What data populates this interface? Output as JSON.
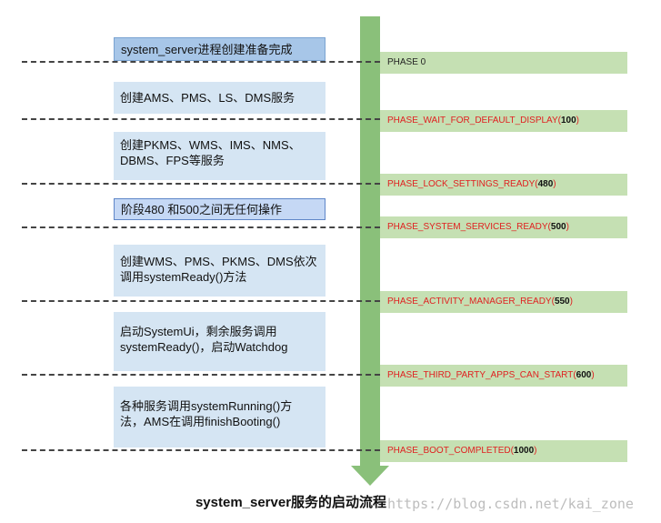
{
  "tasks": [
    "system_server进程创建准备完成",
    "创建AMS、PMS、LS、DMS服务",
    "创建PKMS、WMS、IMS、NMS、\nDBMS、FPS等服务",
    "阶段480 和500之间无任何操作",
    "创建WMS、PMS、PKMS、DMS依次\n调用systemReady()方法",
    "启动SystemUi，剩余服务调用\nsystemReady()，启动Watchdog",
    "各种服务调用systemRunning()方\n法，AMS在调用finishBooting()"
  ],
  "phases": [
    {
      "name": "PHASE 0",
      "value": "",
      "close": ""
    },
    {
      "name": "PHASE_WAIT_FOR_DEFAULT_DISPLAY(",
      "value": "100",
      "close": ")"
    },
    {
      "name": "PHASE_LOCK_SETTINGS_READY(",
      "value": "480",
      "close": ")"
    },
    {
      "name": "PHASE_SYSTEM_SERVICES_READY(",
      "value": "500",
      "close": ")"
    },
    {
      "name": "PHASE_ACTIVITY_MANAGER_READY(",
      "value": "550",
      "close": ")"
    },
    {
      "name": "PHASE_THIRD_PARTY_APPS_CAN_START(",
      "value": "600",
      "close": ")"
    },
    {
      "name": "PHASE_BOOT_COMPLETED(",
      "value": "1000",
      "close": ")"
    }
  ],
  "caption": "system_server服务的启动流程",
  "watermark": "https://blog.csdn.net/kai_zone",
  "colors": {
    "timeline": "#8ac07a",
    "phase_box": "#c5e0b3",
    "task_box": "#d5e5f3",
    "phase_text": "#e02020"
  }
}
